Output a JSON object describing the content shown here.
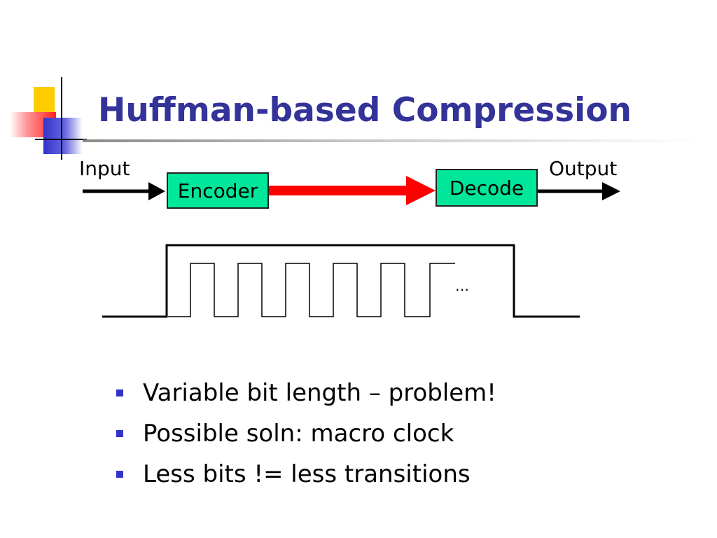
{
  "slide": {
    "title": "Huffman-based Compression"
  },
  "diagram": {
    "input_label": "Input",
    "output_label": "Output",
    "encoder_label": "Encoder",
    "decoder_label": "Decode",
    "ellipsis": "…",
    "channel_color": "#ff0000",
    "box_color": "#00e69a"
  },
  "bullets": [
    {
      "text": "Variable bit length – problem!"
    },
    {
      "text": "Possible soln: macro clock"
    },
    {
      "text": "Less bits != less transitions"
    }
  ],
  "colors": {
    "title": "#333399",
    "bullet_marker": "#3333cc"
  }
}
